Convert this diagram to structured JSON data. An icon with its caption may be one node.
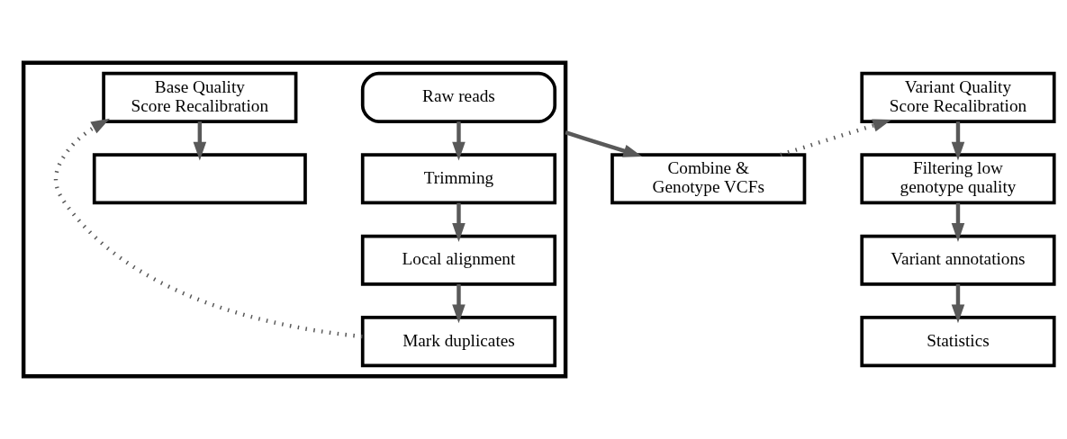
{
  "diagram": {
    "nodes": [
      {
        "text": [],
        "shape": "box"
      },
      {
        "text": [
          "Raw reads"
        ],
        "in": 0
      },
      {
        "text": [
          "Trimming"
        ],
        "in": 0
      },
      {
        "text": [
          "Local alignment"
        ],
        "in": 0
      },
      {
        "text": [
          "Mark duplicates"
        ],
        "in": 0
      },
      {
        "text": [
          "Base Quality Score Recalibration"
        ],
        "in": 0
      },
      {
        "text": [],
        "shape": "box",
        "in": 0
      },
      {
        "text": [
          "Combine & Genotype VCFs"
        ]
      },
      {
        "text": [
          "Variant Quality Score Recalibration"
        ]
      },
      {
        "text": [
          "Filtering low genotype quality"
        ]
      },
      {
        "text": [
          "Variant annotations"
        ]
      },
      {
        "text": [
          "Statistics"
        ]
      }
    ],
    "edges": [
      {
        "from": 1,
        "to": 2,
        "arrow": "to"
      },
      {
        "from": 2,
        "to": 3,
        "arrow": "to"
      },
      {
        "from": 3,
        "to": 4,
        "arrow": "to"
      },
      {
        "from": 4,
        "to": 5,
        "arrow": "to",
        "style": "dashed"
      },
      {
        "from": 5,
        "to": 6,
        "arrow": "to"
      },
      {
        "from": 0,
        "to": 7,
        "arrow": "to"
      },
      {
        "from": 7,
        "to": 8,
        "arrow": "to",
        "style": "dashed"
      },
      {
        "from": 8,
        "to": 9,
        "arrow": "to"
      },
      {
        "from": 9,
        "to": 10,
        "arrow": "to"
      },
      {
        "from": 10,
        "to": 11,
        "arrow": "to"
      }
    ]
  }
}
